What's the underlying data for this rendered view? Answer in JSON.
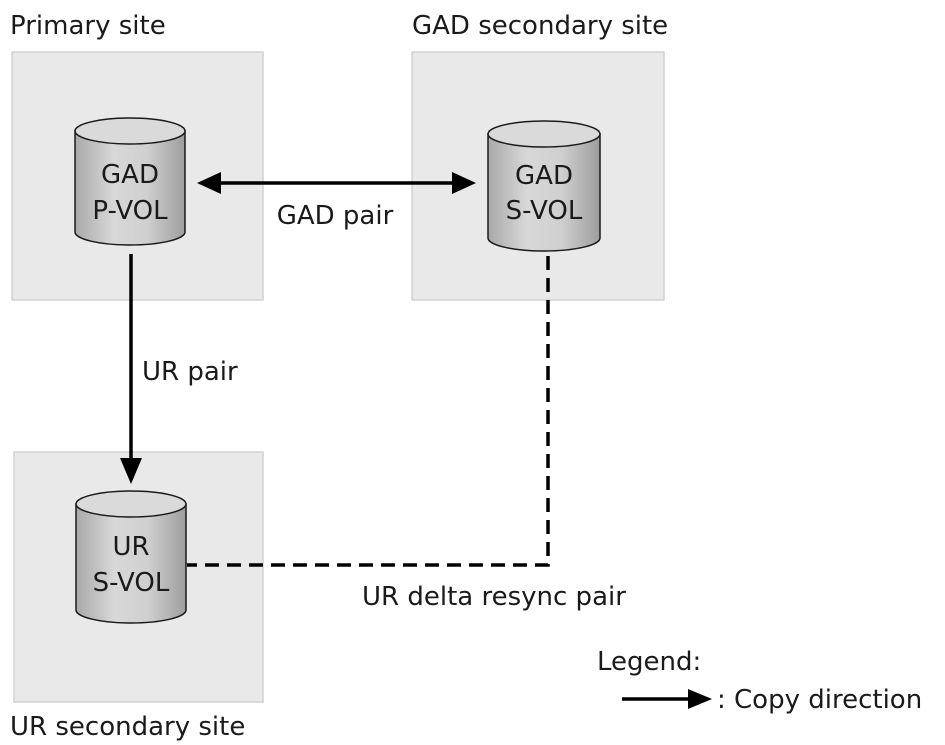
{
  "sites": {
    "primary": "Primary site",
    "gad_secondary": "GAD secondary site",
    "ur_secondary": "UR secondary site"
  },
  "volumes": {
    "gad_pvol": {
      "line1": "GAD",
      "line2": "P-VOL"
    },
    "gad_svol": {
      "line1": "GAD",
      "line2": "S-VOL"
    },
    "ur_svol": {
      "line1": "UR",
      "line2": "S-VOL"
    }
  },
  "pairs": {
    "gad_pair": "GAD pair",
    "ur_pair": "UR pair",
    "ur_delta_resync_pair": "UR delta resync pair"
  },
  "legend": {
    "title": "Legend:",
    "copy_direction": ": Copy direction"
  },
  "colors": {
    "site_fill": "#e9e9e9",
    "site_border": "#d2d2d2",
    "cylinder_fill": "#c6c6c6",
    "line": "#000000"
  }
}
